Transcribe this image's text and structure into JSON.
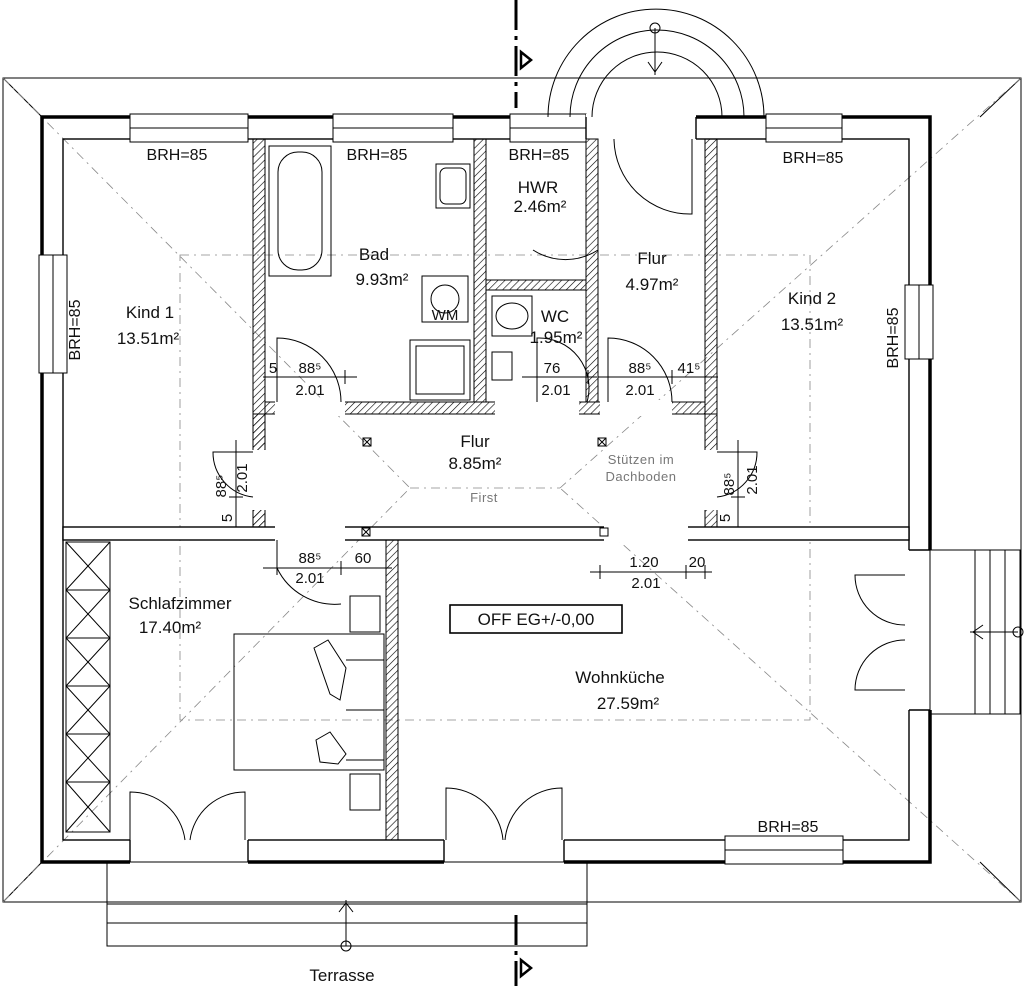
{
  "rooms": {
    "kind1": {
      "name": "Kind  1",
      "area": "13.51m²"
    },
    "bad": {
      "name": "Bad",
      "area": "9.93m²"
    },
    "hwr": {
      "name": "HWR",
      "area": "2.46m²"
    },
    "wc": {
      "name": "WC",
      "area": "1.95m²"
    },
    "flur_top": {
      "name": "Flur",
      "area": "4.97m²"
    },
    "kind2": {
      "name": "Kind  2",
      "area": "13.51m²"
    },
    "flur": {
      "name": "Flur",
      "area": "8.85m²"
    },
    "schlafzimmer": {
      "name": "Schlafzimmer",
      "area": "17.40m²"
    },
    "wohnkueche": {
      "name": "Wohnküche",
      "area": "27.59m²"
    }
  },
  "brh_label": "BRH=85",
  "fixtures": {
    "washing_machine": "WM"
  },
  "notes": {
    "stuetzen": [
      "Stützen  im",
      "Dachboden"
    ],
    "first": "First",
    "level": "OFF   EG+/-0,00",
    "terrace": "Terrasse"
  },
  "dimensions": {
    "d_885": "88⁵",
    "d_201": "2.01",
    "d_5": "5",
    "d_76": "76",
    "d_415": "41⁵",
    "d_60": "60",
    "d_120": "1.20",
    "d_20": "20"
  }
}
